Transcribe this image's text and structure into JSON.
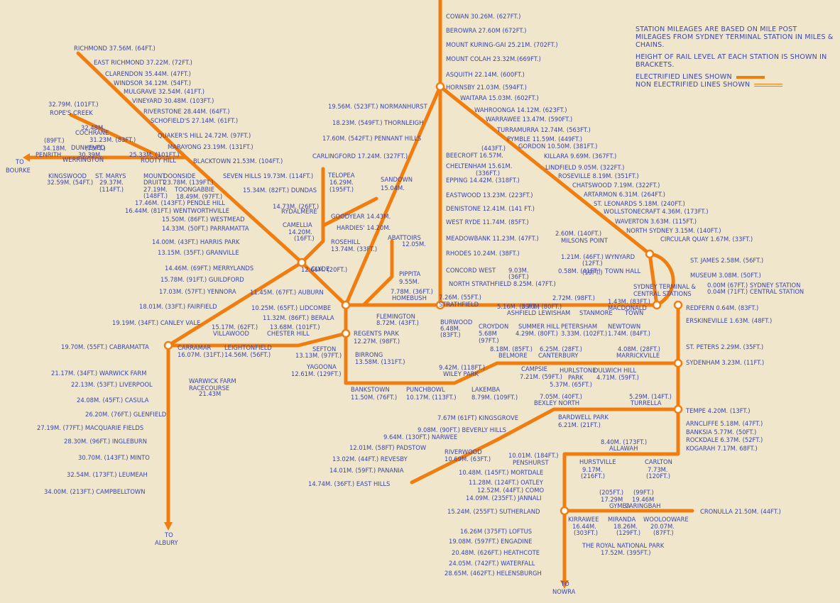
{
  "legend": {
    "note_mileage": "STATION MILEAGES ARE BASED ON MILE POST MILEAGES FROM SYDNEY TERMINAL STATION IN MILES & CHAINS.",
    "note_height": "HEIGHT OF RAIL LEVEL AT EACH STATION IS SHOWN IN BRACKETS.",
    "electrified": "ELECTRIFIED LINES SHOWN",
    "non_electrified": "NON ELECTRIFIED LINES SHOWN"
  },
  "colors": {
    "line": "#f07d10",
    "text": "#3a46b0",
    "paper": "#efe6cc"
  },
  "labels": [
    "COWAN 30.26M. (627FT.)",
    "BEROWRA 27.60M (672FT.)",
    "MOUNT KURING-GAI 25.21M. (702FT.)",
    "MOUNT COLAH 23.32M.(669FT.)",
    "ASQUITH 22.14M. (600FT.)",
    "HORNSBY 21.03M. (594FT.)",
    "WAITARA 15.03M. (602FT.)",
    "WAHROONGA 14.12M. (623FT.)",
    "WARRAWEE 13.47M. (590FT.)",
    "TURRAMURRA 12.74M. (563FT.)",
    "PYMBLE 11.59M. (449FT.)",
    "GORDON 10.50M. (381FT.)",
    "KILLARA 9.69M. (367FT.)",
    "LINDFIELD 9.05M. (322FT.)",
    "ROSEVILLE 8.19M. (351FT.)",
    "CHATSWOOD 7.19M. (322FT.)",
    "ARTARMON 6.31M. (264FT.)",
    "ST. LEONARDS 5.18M. (240FT.)",
    "WOLLSTONECRAFT 4.36M. (173FT.)",
    "WAVERTON 3.63M. (115FT.)",
    "NORTH SYDNEY 3.15M. (140FT.)",
    "CIRCULAR QUAY 1.67M. (33FT.)",
    "2.60M. (140FT.)",
    "MILSONS POINT",
    "1.21M. (46FT.)",
    "(12FT.)",
    "WYNYARD",
    "0.58M. (41FT.)",
    "(19FT.)",
    "TOWN HALL",
    "ST. JAMES 2.58M. (56FT.)",
    "MUSEUM 3.08M. (50FT.)",
    "0.00M (67FT.) SYDNEY STATION",
    "0.04M (71FT.) CENTRAL STATION",
    "SYDNEY TERMINAL &",
    "CENTRAL STATIONS",
    "RICHMOND 37.56M. (64FT.)",
    "EAST RICHMOND 37.22M. (72FT.)",
    "CLARENDON 35.44M. (47FT.)",
    "WINDSOR 34.12M. (54FT.)",
    "MULGRAVE 32.54M. (41FT.)",
    "VINEYARD 30.48M. (103FT.)",
    "RIVERSTONE 28.44M. (64FT.)",
    "SCHOFIELD'S 27.14M. (61FT.)",
    "QUAKER'S HILL 24.72M. (97FT.)",
    "MARAYONG 23.19M. (131FT.)",
    "32.79M. (101FT.)",
    "ROPE'S CREEK",
    "32.48M.",
    "COCHRANE",
    "31.23M. (83FT.)",
    "DUNHEVED",
    "(89FT.)",
    "34.18M.",
    "PENRITH",
    "(78FT.)",
    "30.39M.",
    "WERRINGTON",
    "25.33M. (101FT.)",
    "ROOTY HILL",
    "BLACKTOWN 21.53M. (104FT.)",
    "TO",
    "BOURKE",
    "KINGSWOOD",
    "32.59M. (54FT.)",
    "ST. MARYS",
    "29.37M.",
    "(114FT.)",
    "MOUNT",
    "DRUITT",
    "27.19M.",
    "(148FT.)",
    "DOONSIDE",
    "23.78M. (139FT.)",
    "TOONGABBIE",
    "18.49M. (97FT.)",
    "SEVEN HILLS 19.73M. (114FT.)",
    "17.46M. (143FT.) PENDLE HILL",
    "16.44M. (81FT.) WENTWORTHVILLE",
    "15.34M. (82FT.) DUNDAS",
    "15.50M. (86FT.) WESTMEAD",
    "14.33M. (50FT.) PARRAMATTA",
    "14.00M. (43FT.) HARRIS PARK",
    "13.15M. (35FT.) GRANVILLE",
    "CLYDE",
    "12.66M. (20FT.)",
    "CARLINGFORD 17.24M. (327FT.)",
    "TELOPEA",
    "16.29M.",
    "(195FT.)",
    "SANDOWN",
    "15.04M.",
    "14.73M. (26FT.)",
    "RYDALMERE",
    "CAMELLIA",
    "14.20M.",
    "(16FT.)",
    "GOODYEAR 14.43M.",
    "HARDIES' 14.20M.",
    "ROSEHILL",
    "13.74M. (33FT.)",
    "ABATTOIRS",
    "12.05M.",
    "PIPPITA",
    "9.55M.",
    "19.56M. (523FT.) NORMANHURST",
    "18.23M. (549FT.) THORNLEIGH",
    "17.60M. (542FT.) PENNANT HILLS",
    "(443FT.)",
    "BEECROFT 16.57M.",
    "CHELTENHAM 15.61M.",
    "(336FT.)",
    "EPPING 14.42M. (318FT.)",
    "EASTWOOD 13.23M. (223FT.)",
    "DENISTONE 12.41M. (141 FT.)",
    "WEST RYDE 11.74M. (85FT.)",
    "MEADOWBANK 11.23M. (47FT.)",
    "RHODES 10.24M. (38FT.)",
    "CONCORD WEST",
    "9.03M.",
    "(36FT.)",
    "NORTH STRATHFIELD 8.25M. (47FT.)",
    "14.46M. (69FT.) MERRYLANDS",
    "15.78M. (91FT.) GUILDFORD",
    "17.03M. (57FT.) YENNORA",
    "18.01M. (33FT.) FAIRFIELD",
    "19.19M. (34FT.) CANLEY VALE",
    "11.45M. (67FT.) AUBURN",
    "10.25M. (65FT.) LIDCOMBE",
    "11.32M. (86FT.) BERALA",
    "7.78M. (36FT.)",
    "HOMEBUSH",
    "7.26M. (55FT.)",
    "STRATHFIELD",
    "FLEMINGTON",
    "8.72M. (43FT.)",
    "BURWOOD",
    "6.48M.",
    "(83FT.)",
    "CROYDON",
    "5.68M",
    "(97FT.)",
    "5.16M. (89FT.)",
    "ASHFIELD",
    "SUMMER HILL",
    "4.29M. (80FT.)",
    "3.70M (80FT.)",
    "LEWISHAM",
    "2.72M. (98FT.)",
    "PETERSHAM",
    "3.33M. (102FT.)",
    "STANMORE",
    "1.43M. (83FT.)",
    "MACDONALD",
    "TOWN",
    "NEWTOWN",
    "1.74M. (84FT.)",
    "REDFERN 0.64M. (83FT.)",
    "ERSKINEVILLE 1.63M. (48FT.)",
    "ST. PETERS 2.29M. (35FT.)",
    "SYDENHAM 3.23M. (11FT.)",
    "13.68M. (101FT.)",
    "CHESTER HILL",
    "15.17M. (62FT.)",
    "VILLAWOOD",
    "REGENTS PARK",
    "12.27M. (98FT.)",
    "BIRRONG",
    "13.58M. (131FT.)",
    "SEFTON",
    "13.13M. (97FT.)",
    "YAGOONA",
    "12.61M. (129FT.)",
    "19.70M. (55FT.) CABRAMATTA",
    "CARRAMAR",
    "16.07M. (31FT.)",
    "LEIGHTONFIELD",
    "14.56M. (56FT.)",
    "21.17M. (34FT.) WARWICK FARM",
    "22.13M. (53FT.) LIVERPOOL",
    "WARWICK FARM",
    "RACECOURSE",
    "21.43M",
    "24.08M. (45FT.) CASULA",
    "26.20M. (76FT.) GLENFIELD",
    "27.19M. (77FT.) MACQUARIE FIELDS",
    "28.30M. (96FT.) INGLEBURN",
    "30.70M. (143FT.) MINTO",
    "32.54M. (173FT.) LEUMEAH",
    "34.00M. (213FT.) CAMPBELLTOWN",
    "TO",
    "ALBURY",
    "BANKSTOWN",
    "11.50M. (76FT.)",
    "PUNCHBOWL",
    "10.17M. (113FT.)",
    "9.42M. (118FT.)",
    "WILEY PARK",
    "LAKEMBA",
    "8.79M. (109FT.)",
    "8.18M. (85FT.)",
    "BELMORE",
    "6.25M. (28FT.)",
    "CANTERBURY",
    "4.08M. (28FT.)",
    "MARRICKVILLE",
    "CAMPSIE",
    "7.21M. (59FT.)",
    "HURLSTONE",
    "PARK",
    "5.37M. (65FT.)",
    "DULWICH HILL",
    "4.71M. (59FT.)",
    "7.05M. (40FT.)",
    "BEXLEY NORTH",
    "5.29M. (14FT.)",
    "TURRELLA",
    "TEMPE 4.20M. (13FT.)",
    "BARDWELL PARK",
    "6.21M. (21FT.)",
    "7.67M (61FT) KINGSGROVE",
    "9.08M. (90FT.) BEVERLY HILLS",
    "9.64M. (130FT.) NARWEE",
    "12.01M. (58FT) PADSTOW",
    "13.02M. (44FT.) REVESBY",
    "14.01M. (59FT.) PANANIA",
    "14.74M. (36FT.) EAST HILLS",
    "RIVERWOOD",
    "10.69M. (63FT.)",
    "10.01M. (184FT.)",
    "PENSHURST",
    "10.48M. (145FT.) MORTDALE",
    "11.28M. (124FT.) OATLEY",
    "12.52M. (44FT.) COMO",
    "14.09M. (235FT.) JANNALI",
    "15.24M. (255FT.) SUTHERLAND",
    "ARNCLIFFE 5.18M. (47FT.)",
    "BANKSIA 5.77M. (50FT.)",
    "ROCKDALE 6.37M. (52FT.)",
    "KOGARAH 7.17M. 68FT.)",
    "8.40M. (173FT.)",
    "ALLAWAH",
    "HURSTVILLE",
    "9.17M.",
    "(216FT.)",
    "CARLTON",
    "7.73M.",
    "(120FT.)",
    "(205FT.)",
    "17.29M",
    "GYMEA",
    "(99FT.)",
    "19.46M",
    "CARINGBAH",
    "CRONULLA 21.50M. (44FT.)",
    "KIRRAWEE",
    "16.44M.",
    "(303FT.)",
    "MIRANDA",
    "18.26M.",
    "(129FT.)",
    "WOOLOOWARE",
    "20.07M.",
    "(87FT.)",
    "16.26M (375FT) LOFTUS",
    "THE ROYAL NATIONAL PARK",
    "17.52M. (395FT.)",
    "19.08M. (597FT.) ENGADINE",
    "20.48M. (626FT.) HEATHCOTE",
    "24.05M. (742FT.) WATERFALL",
    "28.65M. (462FT.) HELENSBURGH",
    "TO",
    "NOWRA"
  ]
}
